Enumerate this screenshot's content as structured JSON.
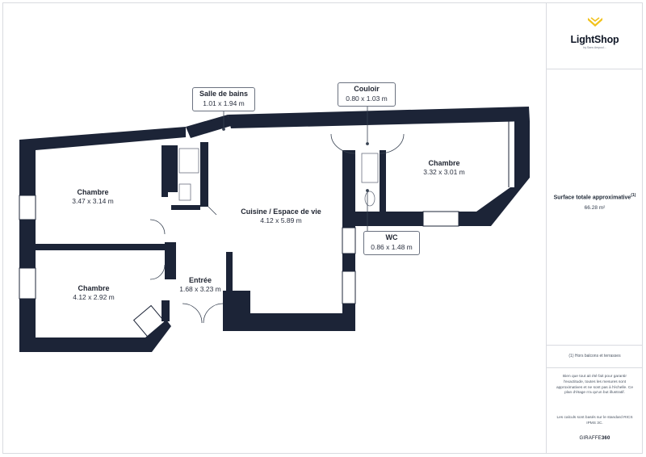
{
  "plan": {
    "rooms": [
      {
        "name": "Chambre",
        "dims": "3.47 x 3.14 m"
      },
      {
        "name": "Chambre",
        "dims": "4.12 x 2.92 m"
      },
      {
        "name": "Entrée",
        "dims": "1.68 x 3.23 m"
      },
      {
        "name": "Cuisine / Espace de vie",
        "dims": "4.12 x 5.89 m"
      },
      {
        "name": "Chambre",
        "dims": "3.32 x 3.01 m"
      }
    ],
    "callouts": [
      {
        "name": "Salle de bains",
        "dims": "1.01 x 1.94 m"
      },
      {
        "name": "Couloir",
        "dims": "0.80 x 1.03 m"
      },
      {
        "name": "WC",
        "dims": "0.86 x 1.48 m"
      }
    ]
  },
  "sidebar": {
    "brand": "LightShop",
    "tagline": "by Sans Ampoul...",
    "surface_title": "Surface totale approximative",
    "surface_sup": "(1)",
    "surface_value": "66.28 m²",
    "footnote": "(1) Hors balcons et terrasses",
    "disclaimer1": "Bien que tout ait été fait pour garantir l'exactitude, toutes les mesures sont approximatives et ne sont pas à l'échelle. Ce plan d'étage n'a qu'un but illustratif.",
    "disclaimer2": "Les calculs sont basés sur le standard RICS IPMS 3C.",
    "credit_a": "GIRAFFE",
    "credit_b": "360"
  },
  "colors": {
    "wall": "#1c2437",
    "accent": "#f2c21b",
    "border": "#d9dbe0"
  }
}
